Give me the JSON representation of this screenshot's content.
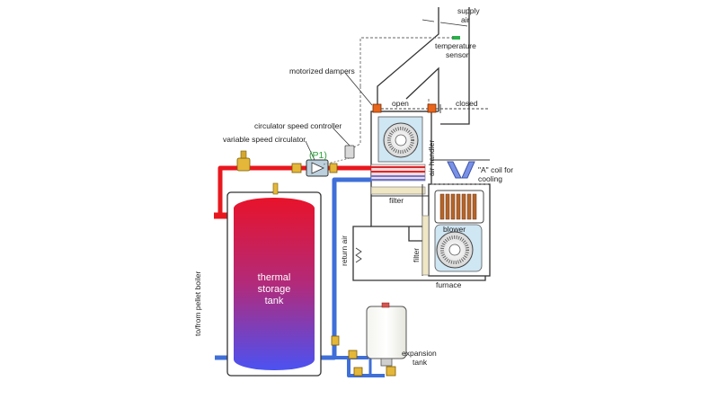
{
  "labels": {
    "supply_air_1": "supply",
    "supply_air_2": "air",
    "temperature_sensor_1": "temperature",
    "temperature_sensor_2": "sensor",
    "motorized_dampers": "motorized dampers",
    "open": "open",
    "closed": "closed",
    "circulator_speed_controller": "circulator speed controller",
    "variable_speed_circulator": "variable speed circulator",
    "p1": "(P1)",
    "air_handler": "air handler",
    "a_coil_1": "\"A\" coil for",
    "a_coil_2": "cooling",
    "filter_top": "filter",
    "blower": "blower",
    "return_air": "return air",
    "filter_side": "filter",
    "furnace": "furnace",
    "thermal_1": "thermal",
    "thermal_2": "storage",
    "thermal_3": "tank",
    "to_from_boiler": "to/from pellet boiler",
    "expansion_1": "expansion",
    "expansion_2": "tank"
  },
  "colors": {
    "hot_pipe": "#e8171e",
    "cold_pipe": "#3f6fd8",
    "tank_top": "#e8132a",
    "tank_bottom": "#4b52f2",
    "damper": "#e8651c",
    "sensor": "#2bb04a",
    "p1_label": "#2aa33a",
    "duct_fill": "#cfe6f3",
    "filter_fill": "#efe6c4",
    "coil_tube": "#b5652a"
  },
  "icons": [
    "fan-icon",
    "circulator-pump-icon",
    "speed-controller-icon",
    "air-vent-icon",
    "valve-icon",
    "damper-icon",
    "temperature-sensor-icon"
  ]
}
